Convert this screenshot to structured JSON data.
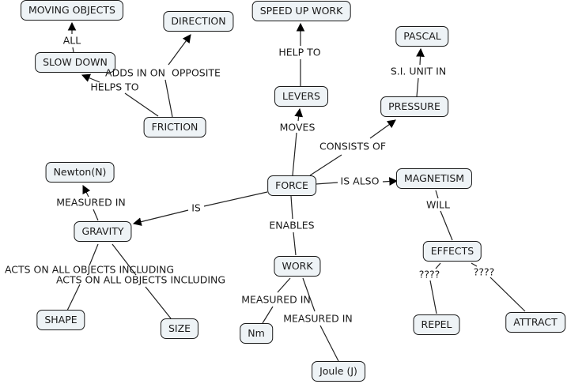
{
  "nodes": {
    "force": "FORCE",
    "levers": "LEVERS",
    "speed_up_work": "SPEED UP WORK",
    "pressure": "PRESSURE",
    "pascal": "PASCAL",
    "magnetism": "MAGNETISM",
    "effects": "EFFECTS",
    "repel": "REPEL",
    "attract": "ATTRACT",
    "work": "WORK",
    "nm": "Nm",
    "joule": "Joule (J)",
    "gravity": "GRAVITY",
    "newton": "Newton(N)",
    "shape": "SHAPE",
    "size": "SIZE",
    "friction": "FRICTION",
    "slow_down": "SLOW DOWN",
    "moving_objects": "MOVING OBJECTS",
    "direction": "DIRECTION"
  },
  "links": {
    "moves": "MOVES",
    "help_to": "HELP TO",
    "consists_of": "CONSISTS OF",
    "si_unit_in": "S.I. UNIT IN",
    "is_also": "IS ALSO",
    "will": "WILL",
    "q_repel": "????",
    "q_attract": "????",
    "enables": "ENABLES",
    "measured_in_nm": "MEASURED IN",
    "measured_in_joule": "MEASURED IN",
    "is": "IS",
    "measured_in_newton": "MEASURED IN",
    "acts_on_shape": "ACTS ON ALL OBJECTS INCLUDING",
    "acts_on_size": "ACTS ON ALL OBJECTS INCLUDING",
    "helps_to": "HELPS TO",
    "adds_in_on": "ADDS IN ON",
    "opposite": "OPPOSITE",
    "all": "ALL"
  },
  "colors": {
    "node_fill": "#eef3f6",
    "stroke": "#1a1a1a"
  }
}
